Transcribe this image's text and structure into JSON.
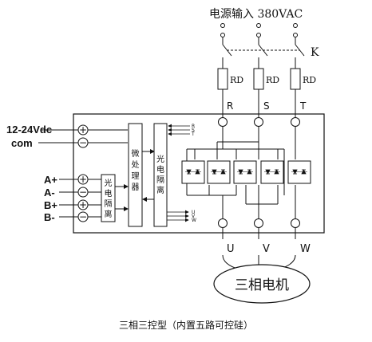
{
  "header": {
    "power_input": "电源输入 380VAC"
  },
  "switch_label": "K",
  "fuses": [
    {
      "label": "RD"
    },
    {
      "label": "RD"
    },
    {
      "label": "RD"
    }
  ],
  "phase_inputs": [
    "R",
    "S",
    "T"
  ],
  "control_inputs": [
    {
      "label": "12-24Vdc",
      "symbol": "+"
    },
    {
      "label": "com",
      "symbol": "−"
    }
  ],
  "signal_inputs": [
    {
      "label": "A+",
      "symbol": "+"
    },
    {
      "label": "A-",
      "symbol": "−"
    },
    {
      "label": "B+",
      "symbol": "+"
    },
    {
      "label": "B-",
      "symbol": "−"
    }
  ],
  "blocks": {
    "isolator_left": [
      "光",
      "电",
      "隔",
      "离"
    ],
    "microprocessor": [
      "微",
      "处",
      "理",
      "器"
    ],
    "isolator_right": [
      "光",
      "电",
      "隔",
      "离"
    ]
  },
  "sync_inputs": [
    "R",
    "S",
    "T"
  ],
  "drive_outputs": [
    "U",
    "V",
    "W"
  ],
  "phase_outputs": [
    "U",
    "V",
    "W"
  ],
  "motor_label": "三相电机",
  "caption": "三相三控型（内置五路可控硅）"
}
